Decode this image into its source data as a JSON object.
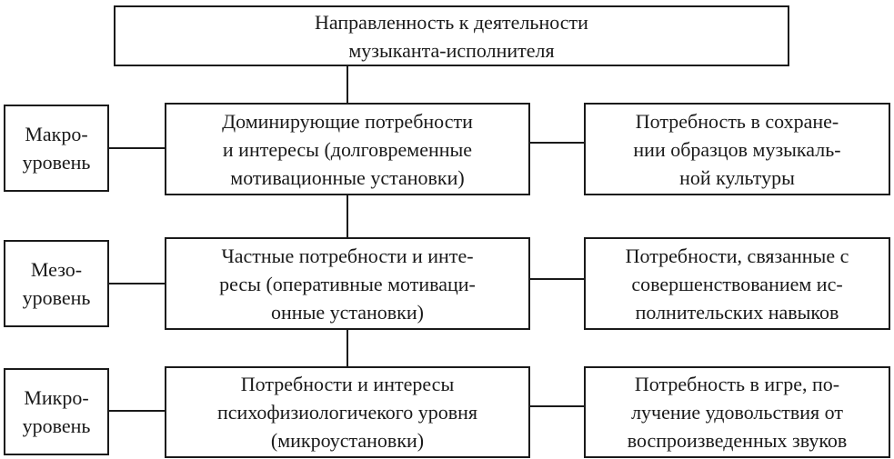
{
  "diagram": {
    "root": {
      "lines": [
        "Направленность к деятельности",
        "музыканта-исполнителя"
      ]
    },
    "levels": [
      {
        "label": [
          "Макро-",
          "уровень"
        ],
        "center": [
          "Доминирующие потребности",
          "и интересы (долговременные",
          "мотивационные установки)"
        ],
        "right": [
          "Потребность в сохране-",
          "нии образцов музыкаль-",
          "ной культуры"
        ]
      },
      {
        "label": [
          "Мезо-",
          "уровень"
        ],
        "center": [
          "Частные потребности и инте-",
          "ресы (оперативные мотиваци-",
          "онные установки)"
        ],
        "right": [
          "Потребности, связанные с",
          "совершенствованием ис-",
          "полнительских навыков"
        ]
      },
      {
        "label": [
          "Микро-",
          "уровень"
        ],
        "center": [
          "Потребности и интересы",
          "психофизиологичекого уровня",
          "(микроустановки)"
        ],
        "right": [
          "Потребность в игре, по-",
          "лучение удовольствия от",
          "воспроизведенных звуков"
        ]
      }
    ],
    "colors": {
      "line": "#1a1a1a",
      "background": "#ffffff"
    }
  }
}
